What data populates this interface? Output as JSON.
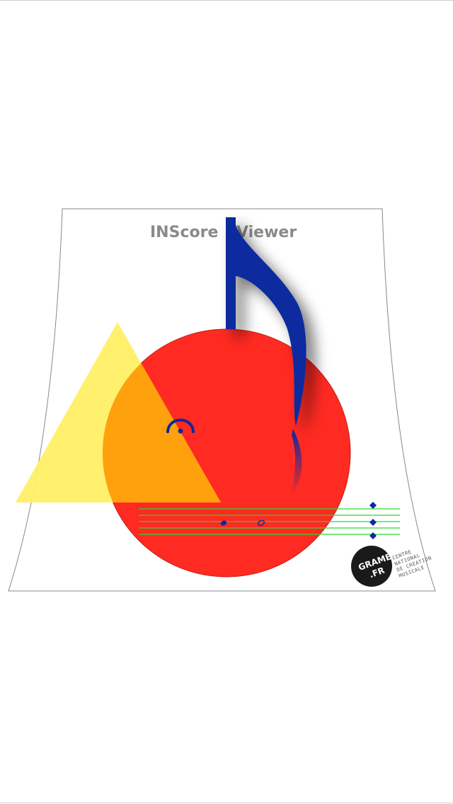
{
  "title": {
    "part1": "INScore",
    "part2": "Viewer"
  },
  "logo": {
    "main": "GRAME",
    "suffix": ".FR",
    "tagline": [
      "CENTRE",
      "NATIONAL",
      "DE CRÉATION",
      "MUSICALE"
    ]
  },
  "colors": {
    "circle": "#ff2a22",
    "triangle": "#fff066",
    "overlap": "#ffa10c",
    "note": "#0a2a9e",
    "staff": "#2bd92b",
    "page_border": "#888888"
  },
  "icons": [
    "eighth-note-icon",
    "fermata-icon",
    "grame-logo"
  ]
}
